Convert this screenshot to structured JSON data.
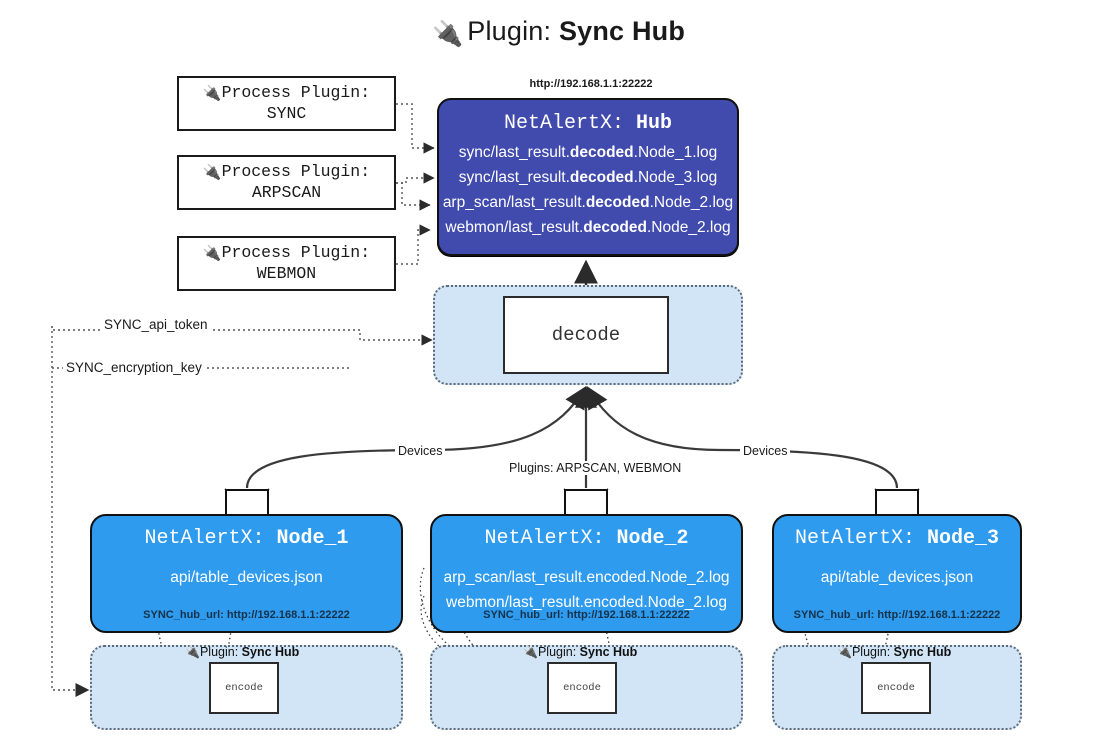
{
  "title": {
    "icon": "electric-plug-icon",
    "prefix": "Plugin: ",
    "name": "Sync Hub"
  },
  "process_plugins": [
    {
      "icon": "electric-plug-icon",
      "line1": "Process Plugin:",
      "line2": "SYNC"
    },
    {
      "icon": "electric-plug-icon",
      "line1": "Process Plugin:",
      "line2": "ARPSCAN"
    },
    {
      "icon": "electric-plug-icon",
      "line1": "Process Plugin:",
      "line2": "WEBMON"
    }
  ],
  "hub": {
    "url": "http://192.168.1.1:22222",
    "title_prefix": "NetAlertX: ",
    "title_name": "Hub",
    "color": "#414bad",
    "lines": [
      {
        "pre": "sync/last_result.",
        "strong": "decoded",
        "post": ".Node_1.log"
      },
      {
        "pre": "sync/last_result.",
        "strong": "decoded",
        "post": ".Node_3.log"
      },
      {
        "pre": "arp_scan/last_result.",
        "strong": "decoded",
        "post": ".Node_2.log"
      },
      {
        "pre": "webmon/last_result.",
        "strong": "decoded",
        "post": ".Node_2.log"
      }
    ]
  },
  "decode": {
    "label": "decode",
    "container_color": "#d2e5f7"
  },
  "edge_labels": {
    "api_token": "SYNC_api_token",
    "encryption_key": "SYNC_encryption_key",
    "devices_left": "Devices",
    "devices_right": "Devices",
    "plugins": "Plugins: ARPSCAN, WEBMON"
  },
  "nodes": [
    {
      "icon": "envelope-icon",
      "title_prefix": "NetAlertX: ",
      "title_name": "Node_1",
      "color": "#2f9bee",
      "lines": [
        "api/table_devices.json"
      ],
      "hub_url_label": "SYNC_hub_url: http://192.168.1.1:22222"
    },
    {
      "icon": "envelope-icon",
      "title_prefix": "NetAlertX: ",
      "title_name": "Node_2",
      "color": "#2f9bee",
      "lines": [
        "arp_scan/last_result.encoded.Node_2.log",
        "webmon/last_result.encoded.Node_2.log"
      ],
      "hub_url_label": "SYNC_hub_url: http://192.168.1.1:22222"
    },
    {
      "icon": "envelope-icon",
      "title_prefix": "NetAlertX: ",
      "title_name": "Node_3",
      "color": "#2f9bee",
      "lines": [
        "api/table_devices.json"
      ],
      "hub_url_label": "SYNC_hub_url: http://192.168.1.1:22222"
    }
  ],
  "encoders": [
    {
      "plugin_icon": "electric-plug-icon",
      "plugin_prefix": "Plugin: ",
      "plugin_name": "Sync Hub",
      "label": "encode"
    },
    {
      "plugin_icon": "electric-plug-icon",
      "plugin_prefix": "Plugin: ",
      "plugin_name": "Sync Hub",
      "label": "encode"
    },
    {
      "plugin_icon": "electric-plug-icon",
      "plugin_prefix": "Plugin: ",
      "plugin_name": "Sync Hub",
      "label": "encode"
    }
  ]
}
